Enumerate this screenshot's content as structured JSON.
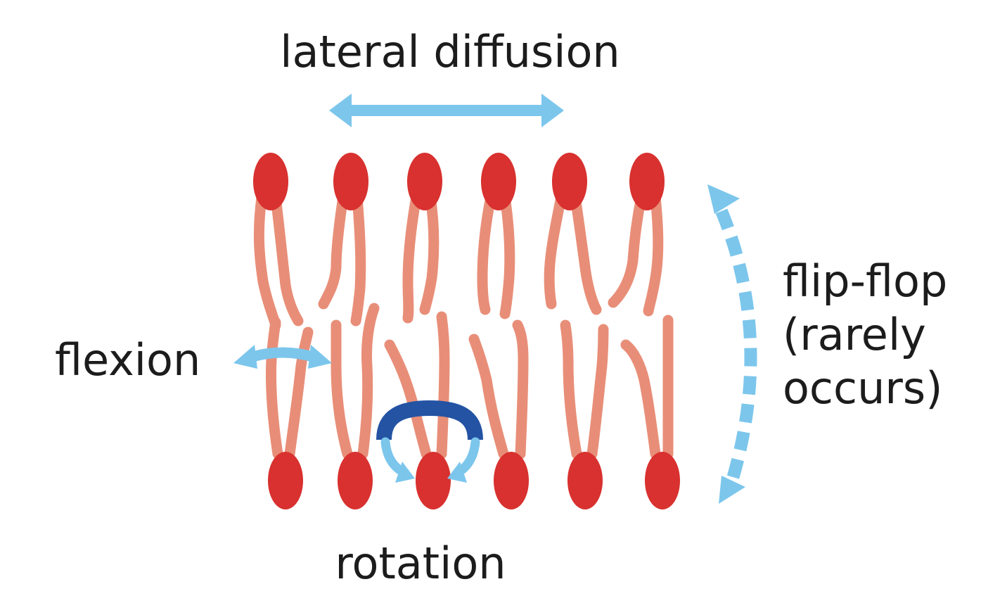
{
  "labels": {
    "lateral": "lateral diffusion",
    "flexion": "flexion",
    "rotation": "rotation",
    "flipflop_line1": "flip-flop",
    "flipflop_line2": "(rarely",
    "flipflop_line3": "occurs)"
  },
  "colors": {
    "head": "#d8312f",
    "tail": "#e88e78",
    "arrow_light": "#7cc6ec",
    "arrow_dark": "#2453a3"
  }
}
